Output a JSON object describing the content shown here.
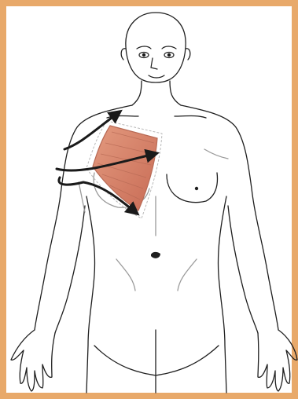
{
  "figure": {
    "frame_color": "#e8a96a",
    "background": "#ffffff",
    "outline_color": "#1f1f1f",
    "muscle_color": "#d9826a",
    "muscle_stroke": "#b86a55",
    "arrow_color": "#1a1a1a",
    "arrows_count": 3,
    "figure_type": "female-anterior-body-outline",
    "highlighted_region": "right-pectoral-muscle"
  }
}
